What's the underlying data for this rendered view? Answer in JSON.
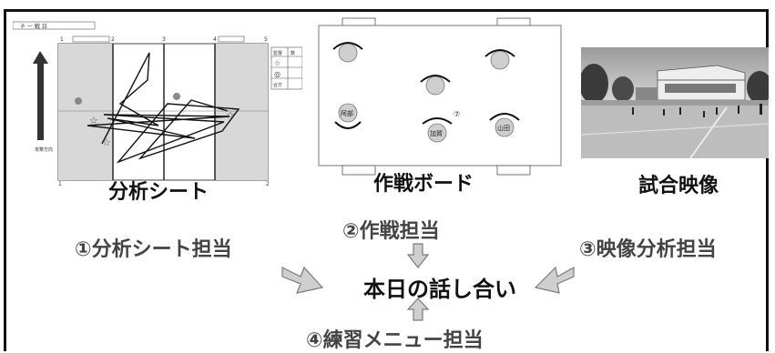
{
  "panels": {
    "analysis_sheet": {
      "caption": "分析シート",
      "header_text": "チ ー 戦 日",
      "row_labels": [
        "1",
        "2",
        "3",
        "4",
        "5"
      ],
      "side_table": {
        "header": [
          "監督",
          "数"
        ],
        "rows": [
          "☆",
          "◎",
          "合方"
        ]
      },
      "axis_note": "攻撃方向",
      "bottom_labels": [
        "1",
        "2"
      ]
    },
    "strategy_board": {
      "caption": "作戦ボード",
      "players": [
        "阿部",
        "加賀",
        "山田"
      ],
      "mark": "⑦"
    },
    "match_video": {
      "caption": "試合映像"
    }
  },
  "roles": {
    "analysis": "①分析シート担当",
    "strategy": "②作戦担当",
    "video": "③映像分析担当",
    "practice": "④練習メニュー担当"
  },
  "center": {
    "label": "本日の話し合い"
  },
  "colors": {
    "arrow_fill": "#cfcfcf",
    "arrow_stroke": "#7a7a7a",
    "court_shade": "#d8d8d8",
    "photo_sky": "#b9b9b9"
  }
}
